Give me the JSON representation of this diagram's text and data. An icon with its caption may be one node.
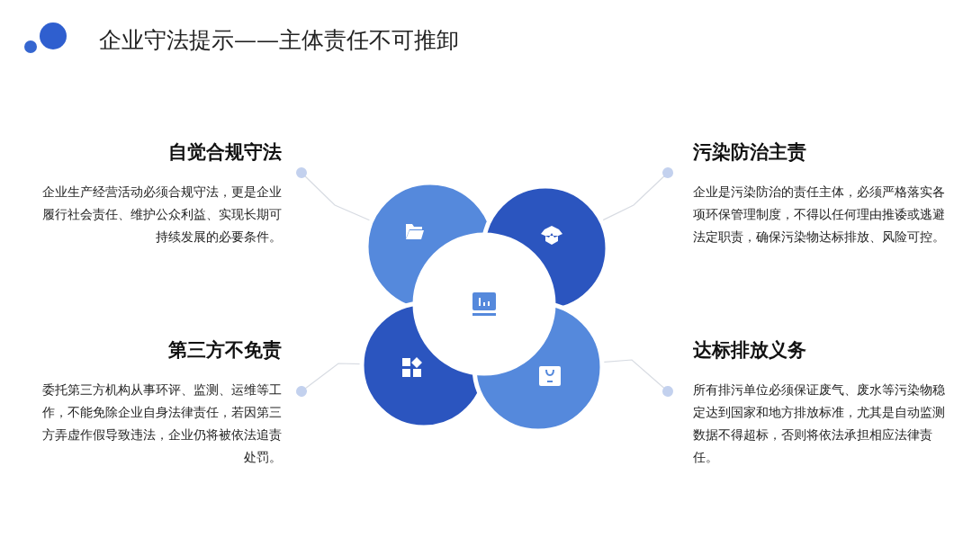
{
  "diagram": {
    "title": "企业守法提示——主体责任不可推卸",
    "nodes": [
      {
        "text": [
          "自觉合规守法",
          "企业生产经营活动必须合规守法，更是企业履行社会责任、维护公众利益、实现长期可持续发展的必要条件。"
        ]
      },
      {
        "text": [
          "污染防治主责",
          "企业是污染防治的责任主体，必须严格落实各项环保管理制度，不得以任何理由推诿或逃避法定职责，确保污染物达标排放、风险可控。"
        ]
      },
      {
        "text": [],
        "shape": "circle"
      },
      {
        "text": [],
        "shape": "circle"
      },
      {
        "text": [],
        "shape": "circle"
      },
      {
        "text": [],
        "shape": "circle"
      },
      {
        "text": [],
        "shape": "circle"
      },
      {
        "text": [
          "第三方不免责",
          "委托第三方机构从事环评、监测、运维等工作，不能免除企业自身法律责任，若因第三方弄虚作假导致违法，企业仍将被依法追责处罚。"
        ]
      },
      {
        "text": [
          "达标排放义务",
          "所有排污单位必须保证废气、废水等污染物稳定达到国家和地方排放标准，尤其是自动监测数据不得超标，否则将依法承担相应法律责任。"
        ]
      }
    ],
    "edges": [
      {
        "from": 0,
        "to": 2,
        "arrow": "other"
      },
      {
        "from": 1,
        "to": 3,
        "arrow": "other"
      },
      {
        "from": 7,
        "to": 5,
        "arrow": "other"
      },
      {
        "from": 8,
        "to": 6,
        "arrow": "other"
      }
    ]
  }
}
